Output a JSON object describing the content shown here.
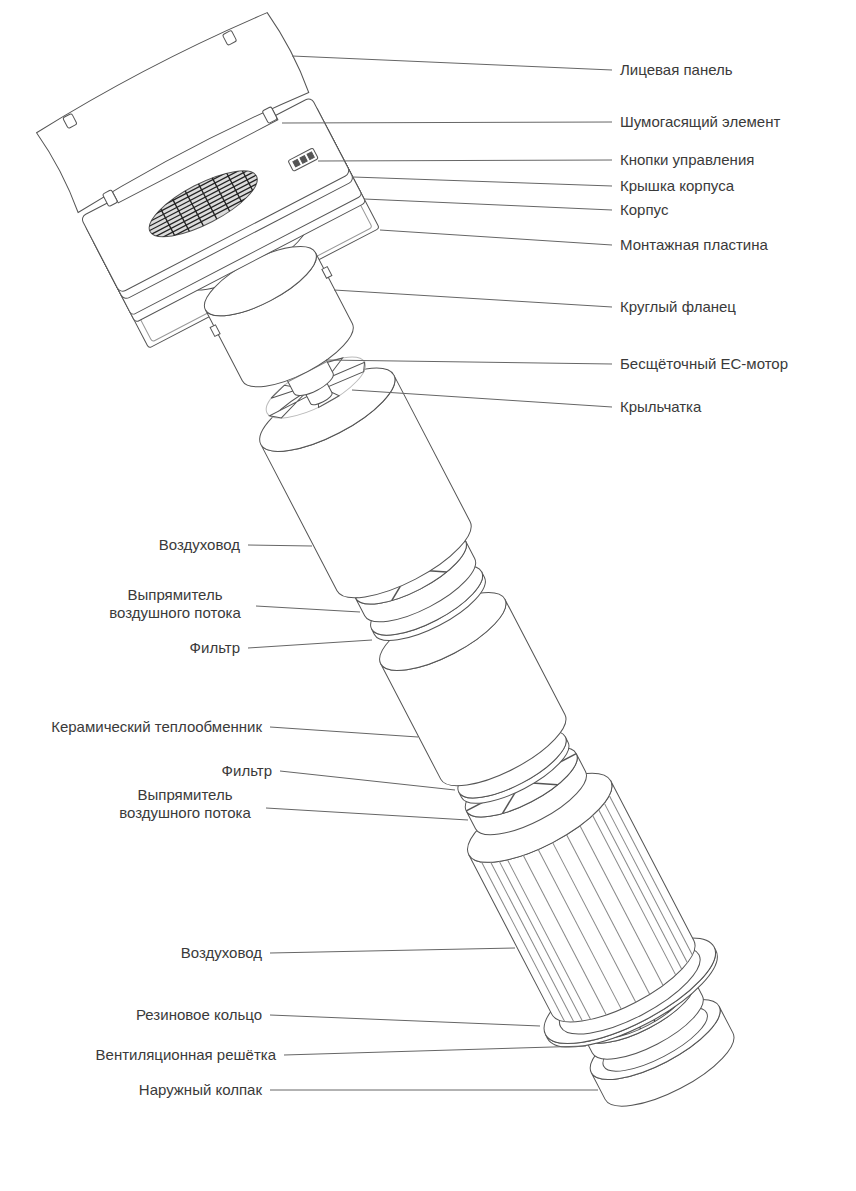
{
  "diagram": {
    "labels": [
      "Лицевая панель",
      "Шумогасящий элемент",
      "Кнопки управления",
      "Крышка корпуса",
      "Корпус",
      "Монтажная пластина",
      "Круглый фланец",
      "Бесщёточный EC-мотор",
      "Крыльчатка",
      "Воздуховод",
      "Выпрямитель воздушного потока",
      "Фильтр",
      "Керамический теплообменник",
      "Фильтр",
      "Выпрямитель воздушного потока",
      "Воздуховод",
      "Резиновое кольцо",
      "Вентиляционная решётка",
      "Наружный колпак"
    ]
  }
}
